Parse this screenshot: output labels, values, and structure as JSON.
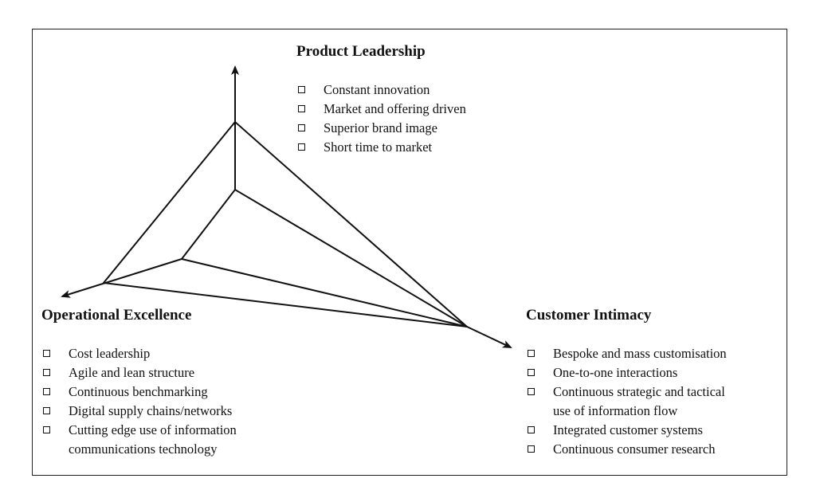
{
  "product_leadership": {
    "heading": "Product Leadership",
    "items": [
      {
        "line1": "Constant innovation"
      },
      {
        "line1": "Market and offering driven"
      },
      {
        "line1": "Superior brand image"
      },
      {
        "line1": "Short time to market"
      }
    ]
  },
  "operational_excellence": {
    "heading": "Operational Excellence",
    "items": [
      {
        "line1": "Cost leadership"
      },
      {
        "line1": "Agile and lean structure"
      },
      {
        "line1": "Continuous benchmarking"
      },
      {
        "line1": "Digital supply chains/networks"
      },
      {
        "line1": "Cutting edge use of information",
        "line2": "communications technology"
      }
    ]
  },
  "customer_intimacy": {
    "heading": "Customer Intimacy",
    "items": [
      {
        "line1": "Bespoke and mass customisation"
      },
      {
        "line1": "One-to-one interactions"
      },
      {
        "line1": "Continuous strategic and tactical",
        "line2": "use of information flow"
      },
      {
        "line1": "Integrated customer systems"
      },
      {
        "line1": "Continuous consumer research"
      }
    ]
  },
  "icons": {
    "bullet": "checkbox-square-icon",
    "axis_head": "arrowhead-icon"
  },
  "colors": {
    "line": "#111111",
    "frame": "#222222"
  }
}
